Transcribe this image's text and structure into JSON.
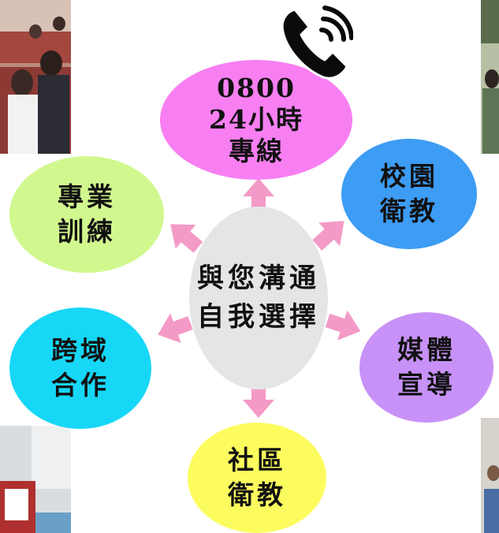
{
  "colors": {
    "arrow": "#f39ac6",
    "hub": "#e5e5e5",
    "hotline": "#f77ff2",
    "campus": "#3d9cf4",
    "media": "#c891f7",
    "community": "#fcfc5f",
    "crossdomain": "#17d7f7",
    "training": "#d1f88f"
  },
  "icons": {
    "phone": "phone-icon"
  },
  "hub": {
    "line1": "與您溝通",
    "line2": "自我選擇"
  },
  "nodes": {
    "hotline": {
      "line1": "0800",
      "line2": "24小時",
      "line3": "專線"
    },
    "campus": {
      "line1": "校園",
      "line2": "衛教"
    },
    "media": {
      "line1": "媒體",
      "line2": "宣導"
    },
    "community": {
      "line1": "社區",
      "line2": "衛教"
    },
    "crossdomain": {
      "line1": "跨域",
      "line2": "合作"
    },
    "training": {
      "line1": "專業",
      "line2": "訓練"
    }
  }
}
